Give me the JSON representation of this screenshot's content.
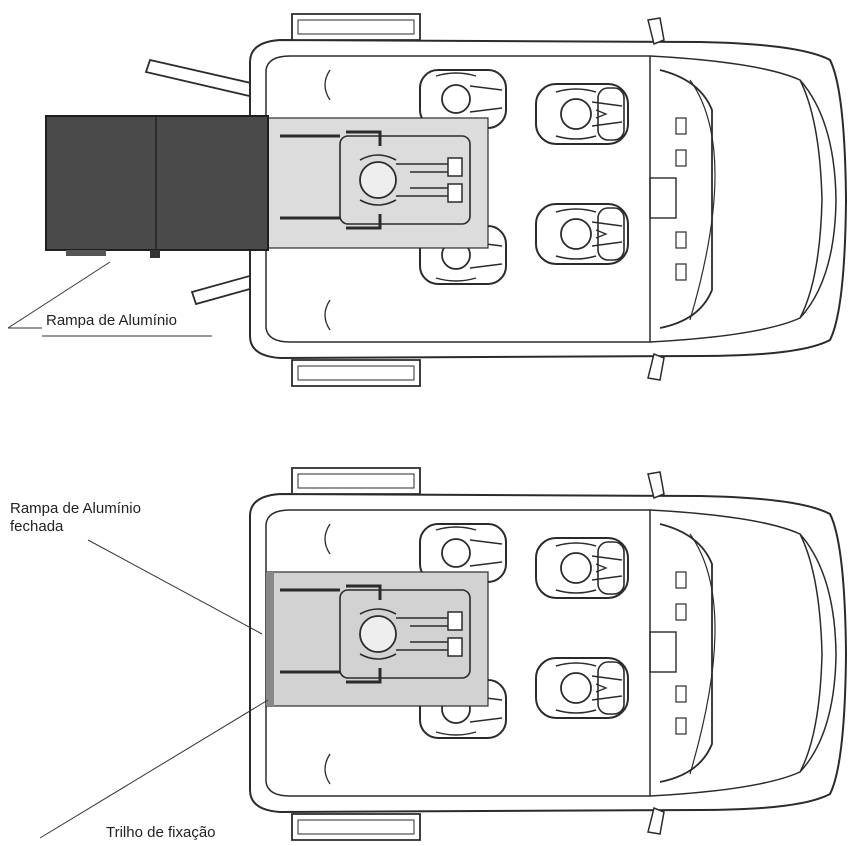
{
  "diagrams": [
    {
      "id": "ramp-open",
      "labels": [
        "Rampa de Alumínio"
      ]
    },
    {
      "id": "ramp-closed",
      "labels": [
        "Rampa de Alumínio",
        "fechada",
        "Trilho de fixação"
      ]
    }
  ],
  "colors": {
    "outline": "#2b2b2b",
    "ramp_open": "#4a4a4a",
    "ramp_closed": "#d2d2d2",
    "wheelchair_area": "#dcdcdc",
    "background": "#ffffff"
  },
  "icons": [
    "van-top-view",
    "wheelchair-user",
    "passenger-seat",
    "driver-seat",
    "aluminium-ramp",
    "fixing-rail"
  ]
}
